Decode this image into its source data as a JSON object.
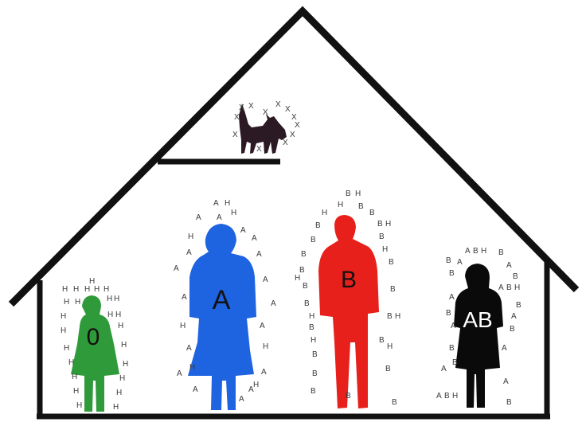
{
  "colors": {
    "outline": "#111111",
    "cat": "#2b1a24",
    "type_0": "#2e9a3a",
    "type_a": "#1e63e0",
    "type_b": "#e8201b",
    "type_ab": "#0a0a0a"
  },
  "figures": [
    {
      "id": "0",
      "label": "0",
      "antigens": "H"
    },
    {
      "id": "a",
      "label": "A",
      "antigens": "A H"
    },
    {
      "id": "b",
      "label": "B",
      "antigens": "B H"
    },
    {
      "id": "ab",
      "label": "AB",
      "antigens": "A B H"
    }
  ],
  "cat": {
    "icon": "cat-icon",
    "marker": "X"
  }
}
